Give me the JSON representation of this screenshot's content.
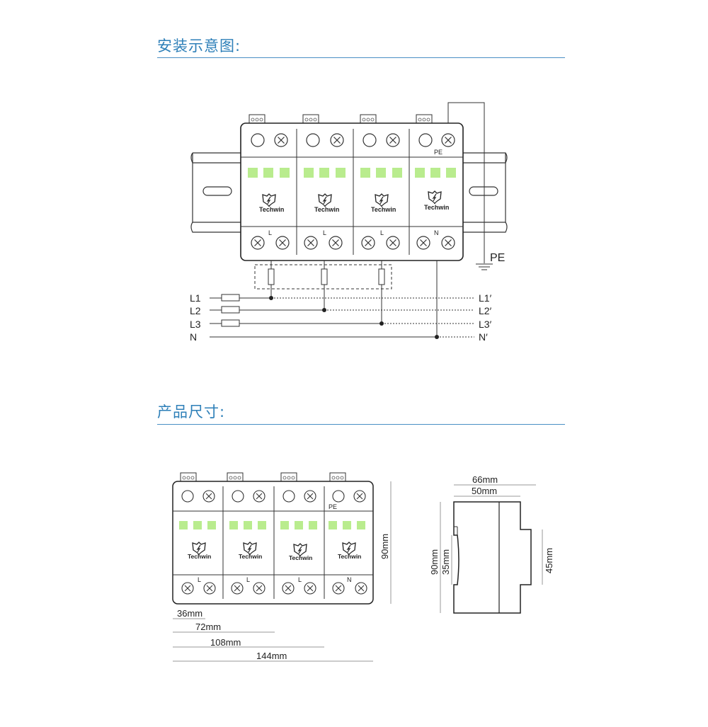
{
  "sections": {
    "install_title": "安装示意图:",
    "size_title": "产品尺寸:"
  },
  "install": {
    "module_labels": [
      "L",
      "L",
      "L",
      "N"
    ],
    "pe_label": "PE",
    "brand": "Techwin",
    "ground_label": "PE",
    "lines_left": [
      "L1",
      "L2",
      "L3",
      "N"
    ],
    "lines_right": [
      "L1′",
      "L2′",
      "L3′",
      "N′"
    ]
  },
  "size": {
    "module_labels": [
      "L",
      "L",
      "L",
      "N"
    ],
    "pe_label": "PE",
    "brand": "Techwin",
    "height": "90mm",
    "widths": [
      "36mm",
      "72mm",
      "108mm",
      "144mm"
    ],
    "side_depth_66": "66mm",
    "side_depth_50": "50mm",
    "side_height_90": "90mm",
    "side_height_35": "35mm",
    "side_height_45": "45mm"
  },
  "colors": {
    "heading": "#2d7fb8",
    "indicator": "#b9ec8e",
    "line": "#222222"
  }
}
